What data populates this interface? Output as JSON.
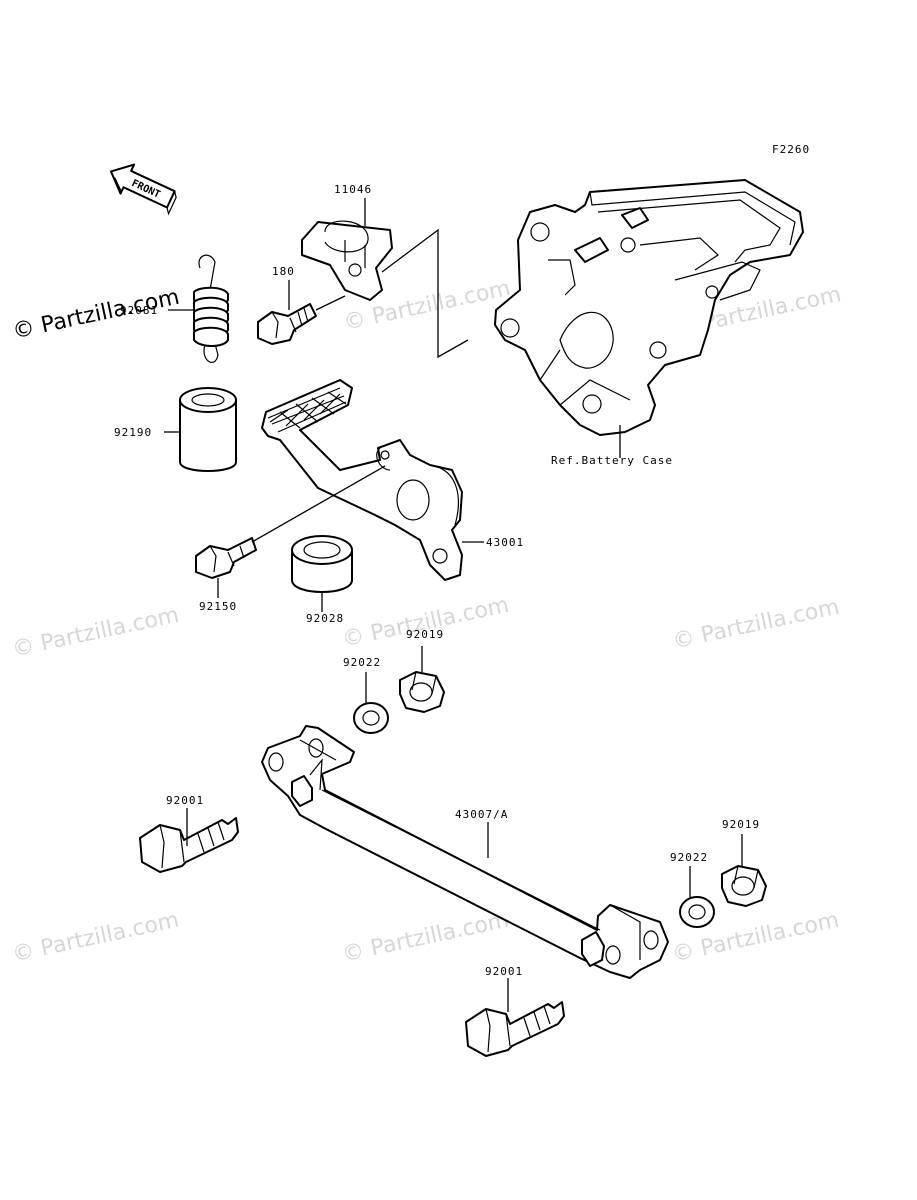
{
  "diagram_code": "F2260",
  "front_label": "FRONT",
  "reference_label": "Ref.Battery Case",
  "watermark": {
    "text": "Partzilla.com",
    "symbol": "©"
  },
  "parts": {
    "p11046": "11046",
    "p180": "180",
    "p92081": "92081",
    "p92190": "92190",
    "p43001": "43001",
    "p92150": "92150",
    "p92028": "92028",
    "p92019_a": "92019",
    "p92022_a": "92022",
    "p92001_a": "92001",
    "p43007": "43007/A",
    "p92019_b": "92019",
    "p92022_b": "92022",
    "p92001_b": "92001"
  }
}
